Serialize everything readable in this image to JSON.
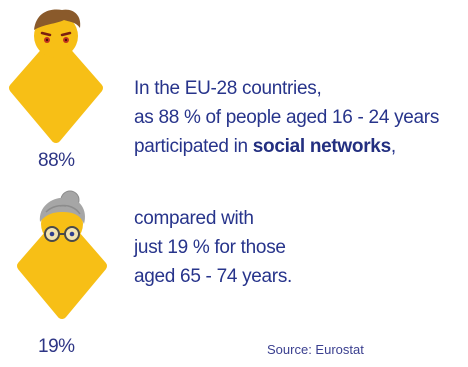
{
  "figures": {
    "young": {
      "icon": "young-person-icon",
      "percent": "88%"
    },
    "old": {
      "icon": "elderly-person-icon",
      "percent": "19%"
    }
  },
  "text": {
    "block1": {
      "line1": "In the EU-28 countries,",
      "line2": "as 88 % of people aged 16 - 24 years",
      "line3_prefix": "participated in ",
      "line3_bold": "social networks",
      "line3_suffix": ","
    },
    "block2": {
      "line1": "compared with",
      "line2": "just 19 % for those",
      "line3": "aged 65 - 74 years."
    }
  },
  "source": "Source: Eurostat",
  "colors": {
    "skin": "#f7bf16",
    "hair_young": "#8a5a2b",
    "hair_old": "#a6a6a6",
    "text": "#27348b"
  }
}
